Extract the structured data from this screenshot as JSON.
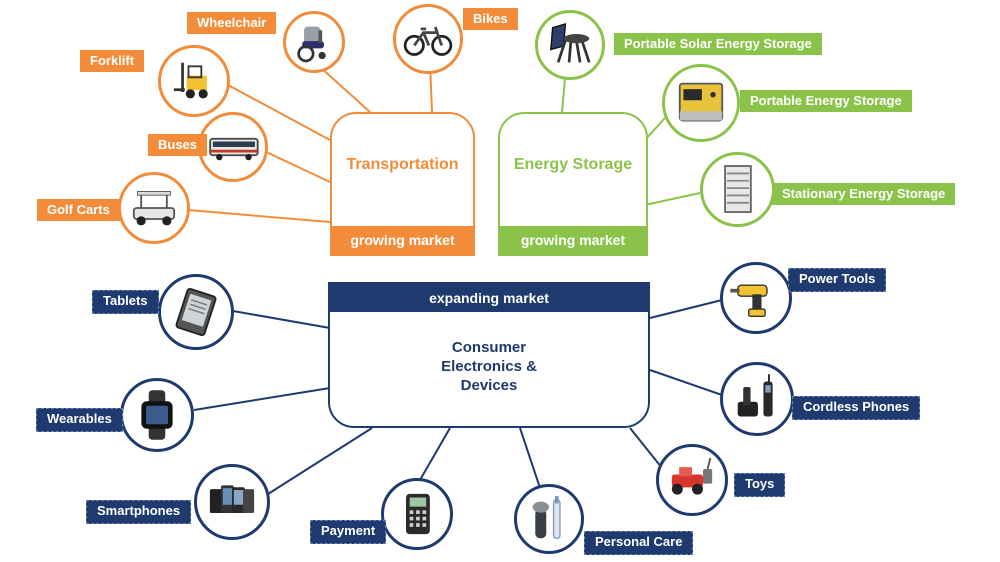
{
  "colors": {
    "orange": "#f28c3a",
    "green": "#8bc34a",
    "navy": "#1f3a6e"
  },
  "hubs": {
    "transportation": {
      "title": "Transportation",
      "footer": "growing market"
    },
    "energy": {
      "title": "Energy Storage",
      "footer": "growing market"
    },
    "consumer": {
      "header": "expanding market",
      "title": "Consumer Electronics & Devices"
    }
  },
  "transportation_items": [
    {
      "label": "Wheelchair",
      "icon": "wheelchair-icon"
    },
    {
      "label": "Bikes",
      "icon": "bicycle-icon"
    },
    {
      "label": "Forklift",
      "icon": "forklift-icon"
    },
    {
      "label": "Buses",
      "icon": "bus-icon"
    },
    {
      "label": "Golf Carts",
      "icon": "golf-cart-icon"
    }
  ],
  "energy_items": [
    {
      "label": "Portable Solar Energy Storage",
      "icon": "solar-panel-icon"
    },
    {
      "label": "Portable Energy Storage",
      "icon": "battery-box-icon"
    },
    {
      "label": "Stationary Energy Storage",
      "icon": "battery-rack-icon"
    }
  ],
  "consumer_items": [
    {
      "label": "Tablets",
      "icon": "tablet-icon"
    },
    {
      "label": "Wearables",
      "icon": "smartwatch-icon"
    },
    {
      "label": "Smartphones",
      "icon": "smartphone-icon"
    },
    {
      "label": "Payment",
      "icon": "payment-terminal-icon"
    },
    {
      "label": "Personal Care",
      "icon": "shaver-icon"
    },
    {
      "label": "Toys",
      "icon": "toy-truck-icon"
    },
    {
      "label": "Cordless Phones",
      "icon": "cordless-phone-icon"
    },
    {
      "label": "Power Tools",
      "icon": "drill-icon"
    }
  ]
}
